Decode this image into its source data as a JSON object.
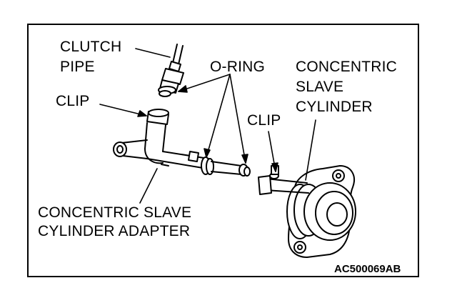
{
  "labels": {
    "clutch_pipe_1": "CLUTCH",
    "clutch_pipe_2": "PIPE",
    "o_ring": "O-RING",
    "clip_left": "CLIP",
    "clip_right": "CLIP",
    "concentric_1": "CONCENTRIC",
    "concentric_2": "SLAVE",
    "concentric_3": "CYLINDER",
    "adapter_1": "CONCENTRIC SLAVE",
    "adapter_2": "CYLINDER ADAPTER"
  },
  "figure_code": "AC500069AB"
}
